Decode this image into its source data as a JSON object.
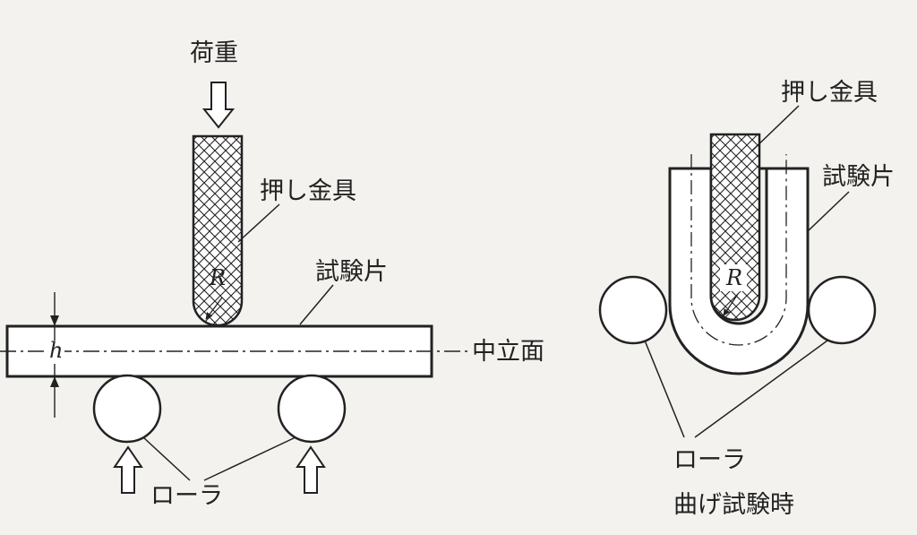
{
  "labels": {
    "load": "荷重",
    "punch_left": "押し金具",
    "specimen_left": "試験片",
    "neutral_plane": "中立面",
    "roller_left": "ローラ",
    "thickness": "h",
    "radius_left": "R",
    "punch_right": "押し金具",
    "specimen_right": "試験片",
    "roller_right": "ローラ",
    "radius_right": "R",
    "caption_right": "曲げ試験時"
  },
  "colors": {
    "background": "#f3f2ee",
    "line": "#222222",
    "fill_white": "#ffffff"
  }
}
